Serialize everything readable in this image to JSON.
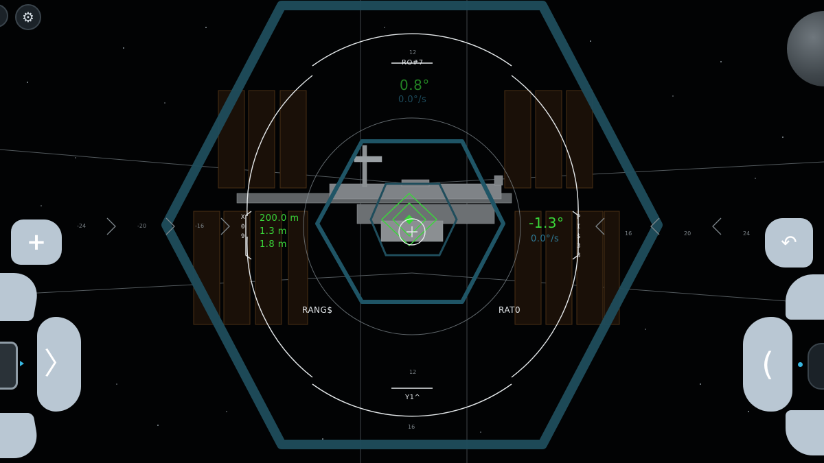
{
  "hud": {
    "roll_label": "RO#7",
    "roll_value": "0.8°",
    "roll_rate": "0.0°/s",
    "yaw_label": "Y1^",
    "pitch_value": "-1.3°",
    "pitch_rate": "0.0°/s",
    "pitch_vertical_label": [
      "P",
      "I",
      "$",
      "3",
      "8"
    ],
    "x_vertical_label": [
      "X",
      "0",
      "9"
    ],
    "range": "200.0 m",
    "offset_y": "1.3 m",
    "offset_z": "1.8 m",
    "range_label": "RANG$",
    "rate_label": "RAT0"
  },
  "scale": {
    "left_ticks": [
      "-24",
      "-20",
      "-16"
    ],
    "right_ticks": [
      "16",
      "20",
      "24"
    ],
    "vertical_top": "12",
    "vertical_bottom": "12",
    "vertical_bottom2": "16"
  },
  "controls": {
    "translate_plus_icon": "plus-icon",
    "settings_icon": "gear-icon",
    "rotate_icon": "rotate-arrow-icon"
  },
  "colors": {
    "hex_outer": "#1f4d5c",
    "hex_inner": "#1f5566",
    "hud_green": "#3ad83a",
    "hud_blue": "#2f7c98",
    "panel_orange": "#5c3a18",
    "button_fill": "#b9c7d3"
  }
}
